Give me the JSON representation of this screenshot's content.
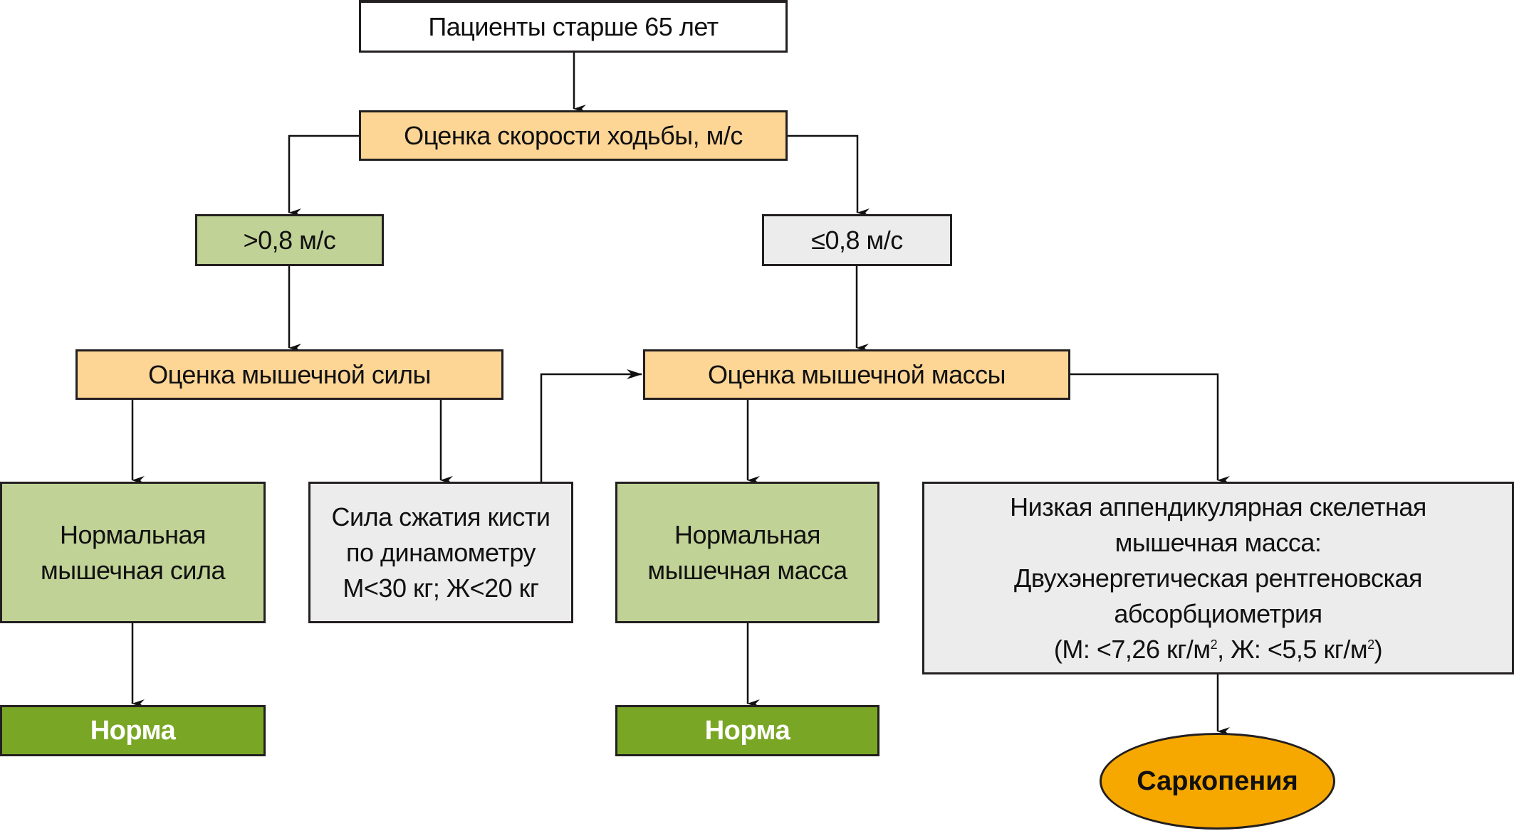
{
  "diagram": {
    "title": "Алгоритм диагностики саркопении",
    "nodes": {
      "top": {
        "label": "Пациенты старше 65 лет"
      },
      "speed": {
        "label": "Оценка скорости ходьбы, м/с"
      },
      "fast": {
        "label": ">0,8 м/с"
      },
      "slow": {
        "label": "≤0,8 м/с"
      },
      "strength": {
        "label": "Оценка мышечной силы"
      },
      "mass": {
        "label": "Оценка мышечной массы"
      },
      "normal_strength": {
        "label": "Нормальная\nмышечная сила"
      },
      "grip": {
        "label": "Сила сжатия кисти\nпо динамометру\nМ<30 кг; Ж<20 кг"
      },
      "normal_mass": {
        "label": "Нормальная\nмышечная масса"
      },
      "low_asm": {
        "line1": "Низкая аппендикулярная скелетная",
        "line2": "мышечная масса:",
        "line3": "Двухэнергетическая рентгеновская",
        "line4": "абсорбциометрия",
        "line5_a": "(М: <7,26 кг/м",
        "line5_sup1": "2",
        "line5_b": ", Ж: <5,5 кг/м",
        "line5_sup2": "2",
        "line5_c": ")"
      },
      "norma1": {
        "label": "Норма"
      },
      "norma2": {
        "label": "Норма"
      },
      "sarcopenia": {
        "label": "Саркопения"
      }
    },
    "edges": [
      [
        "top",
        "speed"
      ],
      [
        "speed",
        "fast"
      ],
      [
        "speed",
        "slow"
      ],
      [
        "fast",
        "strength"
      ],
      [
        "slow",
        "mass"
      ],
      [
        "strength",
        "normal_strength"
      ],
      [
        "strength",
        "grip"
      ],
      [
        "grip",
        "mass"
      ],
      [
        "mass",
        "normal_mass"
      ],
      [
        "mass",
        "low_asm"
      ],
      [
        "normal_strength",
        "norma1"
      ],
      [
        "normal_mass",
        "norma2"
      ],
      [
        "low_asm",
        "sarcopenia"
      ]
    ],
    "colors": {
      "assessment": "#fdd595",
      "positive_branch": "#c1d296",
      "negative_branch": "#ececec",
      "normal_outcome": "#79a725",
      "diagnosis": "#f6a800",
      "line": "#231f20"
    }
  }
}
